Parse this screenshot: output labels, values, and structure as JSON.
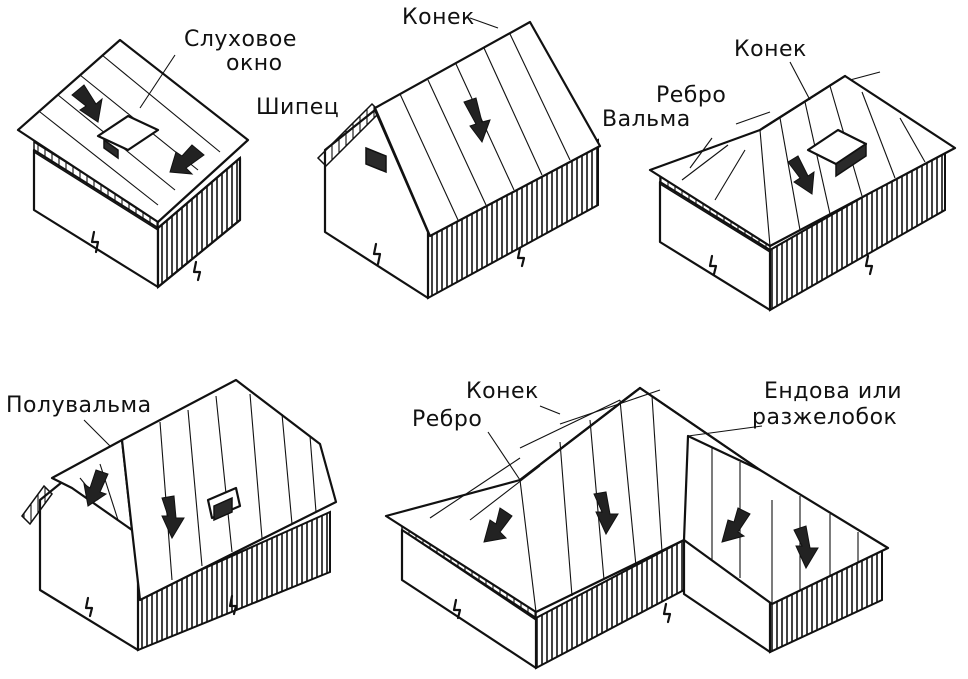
{
  "labels": {
    "dormer_line1": "Слуховое",
    "dormer_line2": "окно",
    "gable": "Шипец",
    "ridge_a": "Конек",
    "ridge_b": "Конек",
    "rib_a": "Ребро",
    "hip": "Вальма",
    "half_hip": "Полувальма",
    "ridge_c": "Конек",
    "rib_b": "Ребро",
    "valley_line1": "Ендова или",
    "valley_line2": "разжелобок"
  }
}
